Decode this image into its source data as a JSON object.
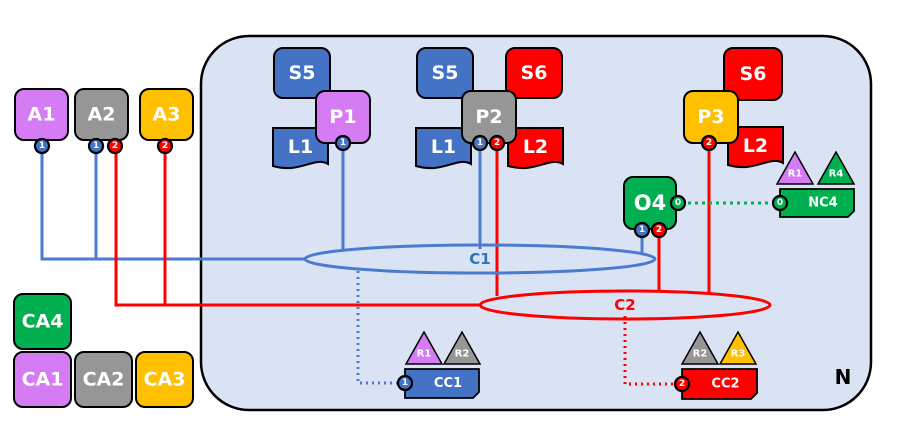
{
  "colors": {
    "purple": "#d57cf5",
    "gray": "#969696",
    "yellow": "#ffc000",
    "green": "#00b050",
    "blue": "#4472c4",
    "red": "#ff0000",
    "container_fill": "#dae3f3",
    "blue_link": "#4a7bd0",
    "chan_blue_text": "#2e75b6",
    "green_link": "#00b050"
  },
  "container": {
    "label": "N"
  },
  "agents": [
    {
      "id": "A1",
      "label": "A1",
      "color": "purple",
      "ports": [
        "1"
      ]
    },
    {
      "id": "A2",
      "label": "A2",
      "color": "gray",
      "ports": [
        "1",
        "2"
      ]
    },
    {
      "id": "A3",
      "label": "A3",
      "color": "yellow",
      "ports": [
        "2"
      ]
    }
  ],
  "legend_agents": [
    {
      "label": "CA4",
      "color": "green"
    },
    {
      "label": "CA1",
      "color": "purple"
    },
    {
      "label": "CA2",
      "color": "gray"
    },
    {
      "label": "CA3",
      "color": "yellow"
    }
  ],
  "processes": [
    {
      "label": "P1",
      "color": "purple",
      "ports": [
        "1"
      ],
      "stores": [
        "S5"
      ],
      "logs": [
        "L1"
      ]
    },
    {
      "label": "P2",
      "color": "gray",
      "ports": [
        "1",
        "2"
      ],
      "stores": [
        "S5",
        "S6"
      ],
      "logs": [
        "L1",
        "L2"
      ]
    },
    {
      "label": "P3",
      "color": "yellow",
      "ports": [
        "2"
      ],
      "stores": [
        "S6"
      ],
      "logs": [
        "L2"
      ]
    }
  ],
  "orchestrator": {
    "label": "O4",
    "color": "green",
    "ports": [
      "1",
      "2",
      "0"
    ]
  },
  "channels": [
    {
      "label": "C1",
      "color": "blue"
    },
    {
      "label": "C2",
      "color": "red"
    }
  ],
  "contracts": [
    {
      "label": "NC4",
      "color": "green",
      "port": "0",
      "roles": [
        {
          "label": "R1",
          "color": "purple"
        },
        {
          "label": "R4",
          "color": "green"
        }
      ]
    },
    {
      "label": "CC1",
      "color": "blue",
      "port": "1",
      "roles": [
        {
          "label": "R1",
          "color": "purple"
        },
        {
          "label": "R2",
          "color": "gray"
        }
      ]
    },
    {
      "label": "CC2",
      "color": "red",
      "port": "2",
      "roles": [
        {
          "label": "R2",
          "color": "gray"
        },
        {
          "label": "R3",
          "color": "yellow"
        }
      ]
    }
  ]
}
